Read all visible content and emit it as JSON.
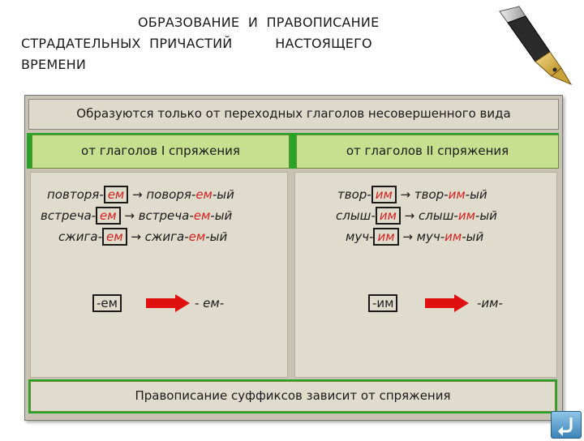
{
  "title": {
    "line1": "ОБРАЗОВАНИЕ  И  ПРАВОПИСАНИЕ",
    "line2": "СТРАДАТЕЛЬНЫХ  ПРИЧАСТИЙ          НАСТОЯЩЕГО",
    "line3": "ВРЕМЕНИ"
  },
  "header": "Образуются только от переходных глаголов несовершенного вида",
  "columns": [
    {
      "heading": "от глаголов  I  спряжения",
      "examples": [
        {
          "stem": "повторя-",
          "suffix": "ем",
          "arrow": " → ",
          "result_stem": "поворя-",
          "result_suffix": "ем",
          "ending": "-ый"
        },
        {
          "stem": "встреча-",
          "suffix": "ем",
          "arrow": " → ",
          "result_stem": "встреча-",
          "result_suffix": "ем",
          "ending": "-ый"
        },
        {
          "stem": "сжига-",
          "suffix": "ем",
          "arrow": " → ",
          "result_stem": "сжига-",
          "result_suffix": "ем",
          "ending": "-ый"
        }
      ],
      "rule_from": "-ем",
      "rule_to": "- ем-"
    },
    {
      "heading": "от глаголов  II  спряжения",
      "examples": [
        {
          "stem": "твор-",
          "suffix": "им",
          "arrow": " → ",
          "result_stem": "твор-",
          "result_suffix": "им",
          "ending": "-ый"
        },
        {
          "stem": "слыш-",
          "suffix": "им",
          "arrow": " → ",
          "result_stem": "слыш-",
          "result_suffix": "им",
          "ending": "-ый"
        },
        {
          "stem": "муч-",
          "suffix": "им",
          "arrow": " → ",
          "result_stem": "муч-",
          "result_suffix": "им",
          "ending": "-ый"
        }
      ],
      "rule_from": "-им",
      "rule_to": "-им-"
    }
  ],
  "footer": "Правописание суффиксов зависит от спряжения",
  "colors": {
    "accent_red": "#d42020",
    "green": "#27a327",
    "light_green": "#c6e08f"
  },
  "icons": {
    "logo": "fountain-pen-icon",
    "nav": "return-arrow-icon"
  }
}
